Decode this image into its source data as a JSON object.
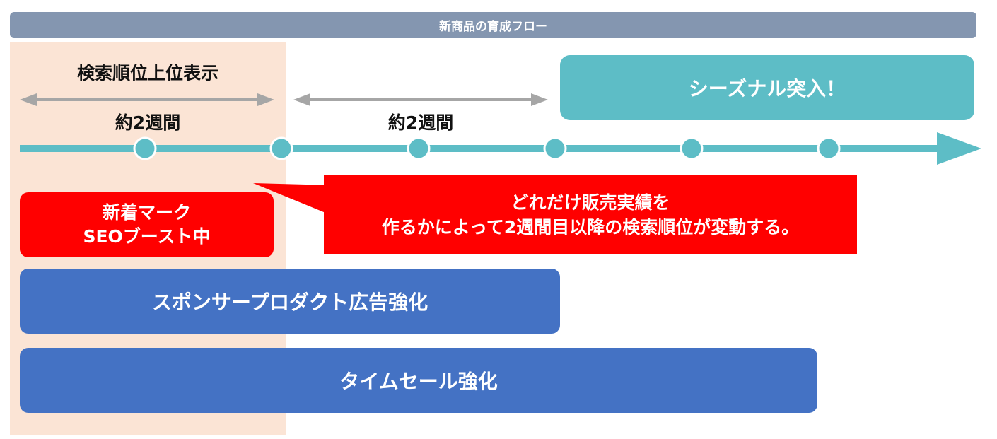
{
  "header": {
    "title": "新商品の育成フロー"
  },
  "phase1": {
    "title": "検索順位上位表示",
    "duration": "約2週間"
  },
  "phase2": {
    "duration": "約2週間"
  },
  "season_box": {
    "label": "シーズナル突入！"
  },
  "new_mark_box": {
    "line1": "新着マーク",
    "line2": "SEOブースト中"
  },
  "callout": {
    "line1": "どれだけ販売実績を",
    "line2": "作るかによって2週間目以降の検索順位が変動する。"
  },
  "bars": [
    {
      "label": "スポンサープロダクト広告強化"
    },
    {
      "label": "タイムセール強化"
    }
  ],
  "timeline": {
    "milestones": 6
  },
  "colors": {
    "header": "#8496b0",
    "peach": "#fbe4d5",
    "teal": "#5dbdc6",
    "red": "#ff0000",
    "blue": "#4472c4",
    "gray_arrow": "#a6a6a6"
  }
}
